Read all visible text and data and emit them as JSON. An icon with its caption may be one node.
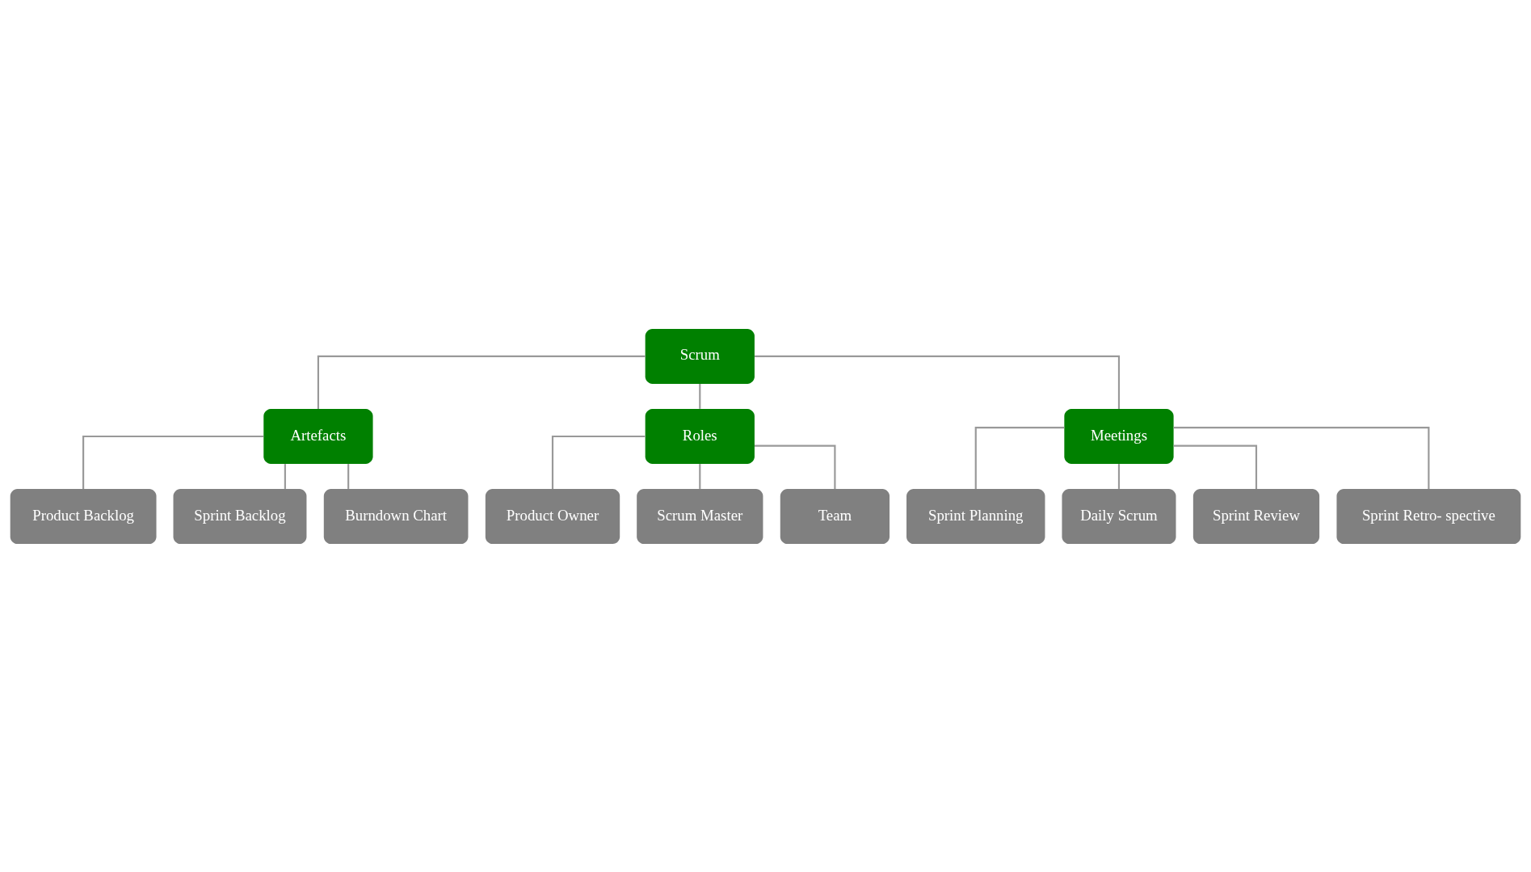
{
  "diagram": {
    "nodes": [
      {
        "text": [
          "Scrum"
        ]
      },
      {
        "text": [
          "Artefacts"
        ]
      },
      {
        "text": [
          "Roles"
        ]
      },
      {
        "text": [
          "Meetings"
        ]
      },
      {
        "text": [
          "Product Backlog"
        ]
      },
      {
        "text": [
          "Sprint Backlog"
        ]
      },
      {
        "text": [
          "Burndown Chart"
        ]
      },
      {
        "text": [
          "Product Owner"
        ]
      },
      {
        "text": [
          "Scrum Master"
        ]
      },
      {
        "text": [
          "Team"
        ]
      },
      {
        "text": [
          "Sprint Planning"
        ]
      },
      {
        "text": [
          "Daily Scrum"
        ]
      },
      {
        "text": [
          "Sprint Review"
        ]
      },
      {
        "text": [
          "Sprint Retro- spective"
        ]
      }
    ],
    "edges": [
      {
        "from": 0,
        "to": 1,
        "arrow": "none"
      },
      {
        "from": 0,
        "to": 2,
        "arrow": "none"
      },
      {
        "from": 0,
        "to": 3,
        "arrow": "none"
      },
      {
        "from": 1,
        "to": 4,
        "arrow": "none"
      },
      {
        "from": 1,
        "to": 5,
        "arrow": "none"
      },
      {
        "from": 1,
        "to": 6,
        "arrow": "none"
      },
      {
        "from": 2,
        "to": 7,
        "arrow": "none"
      },
      {
        "from": 2,
        "to": 8,
        "arrow": "none"
      },
      {
        "from": 2,
        "to": 9,
        "arrow": "none"
      },
      {
        "from": 3,
        "to": 10,
        "arrow": "none"
      },
      {
        "from": 3,
        "to": 11,
        "arrow": "none"
      },
      {
        "from": 3,
        "to": 12,
        "arrow": "none"
      },
      {
        "from": 3,
        "to": 13,
        "arrow": "none"
      }
    ]
  }
}
